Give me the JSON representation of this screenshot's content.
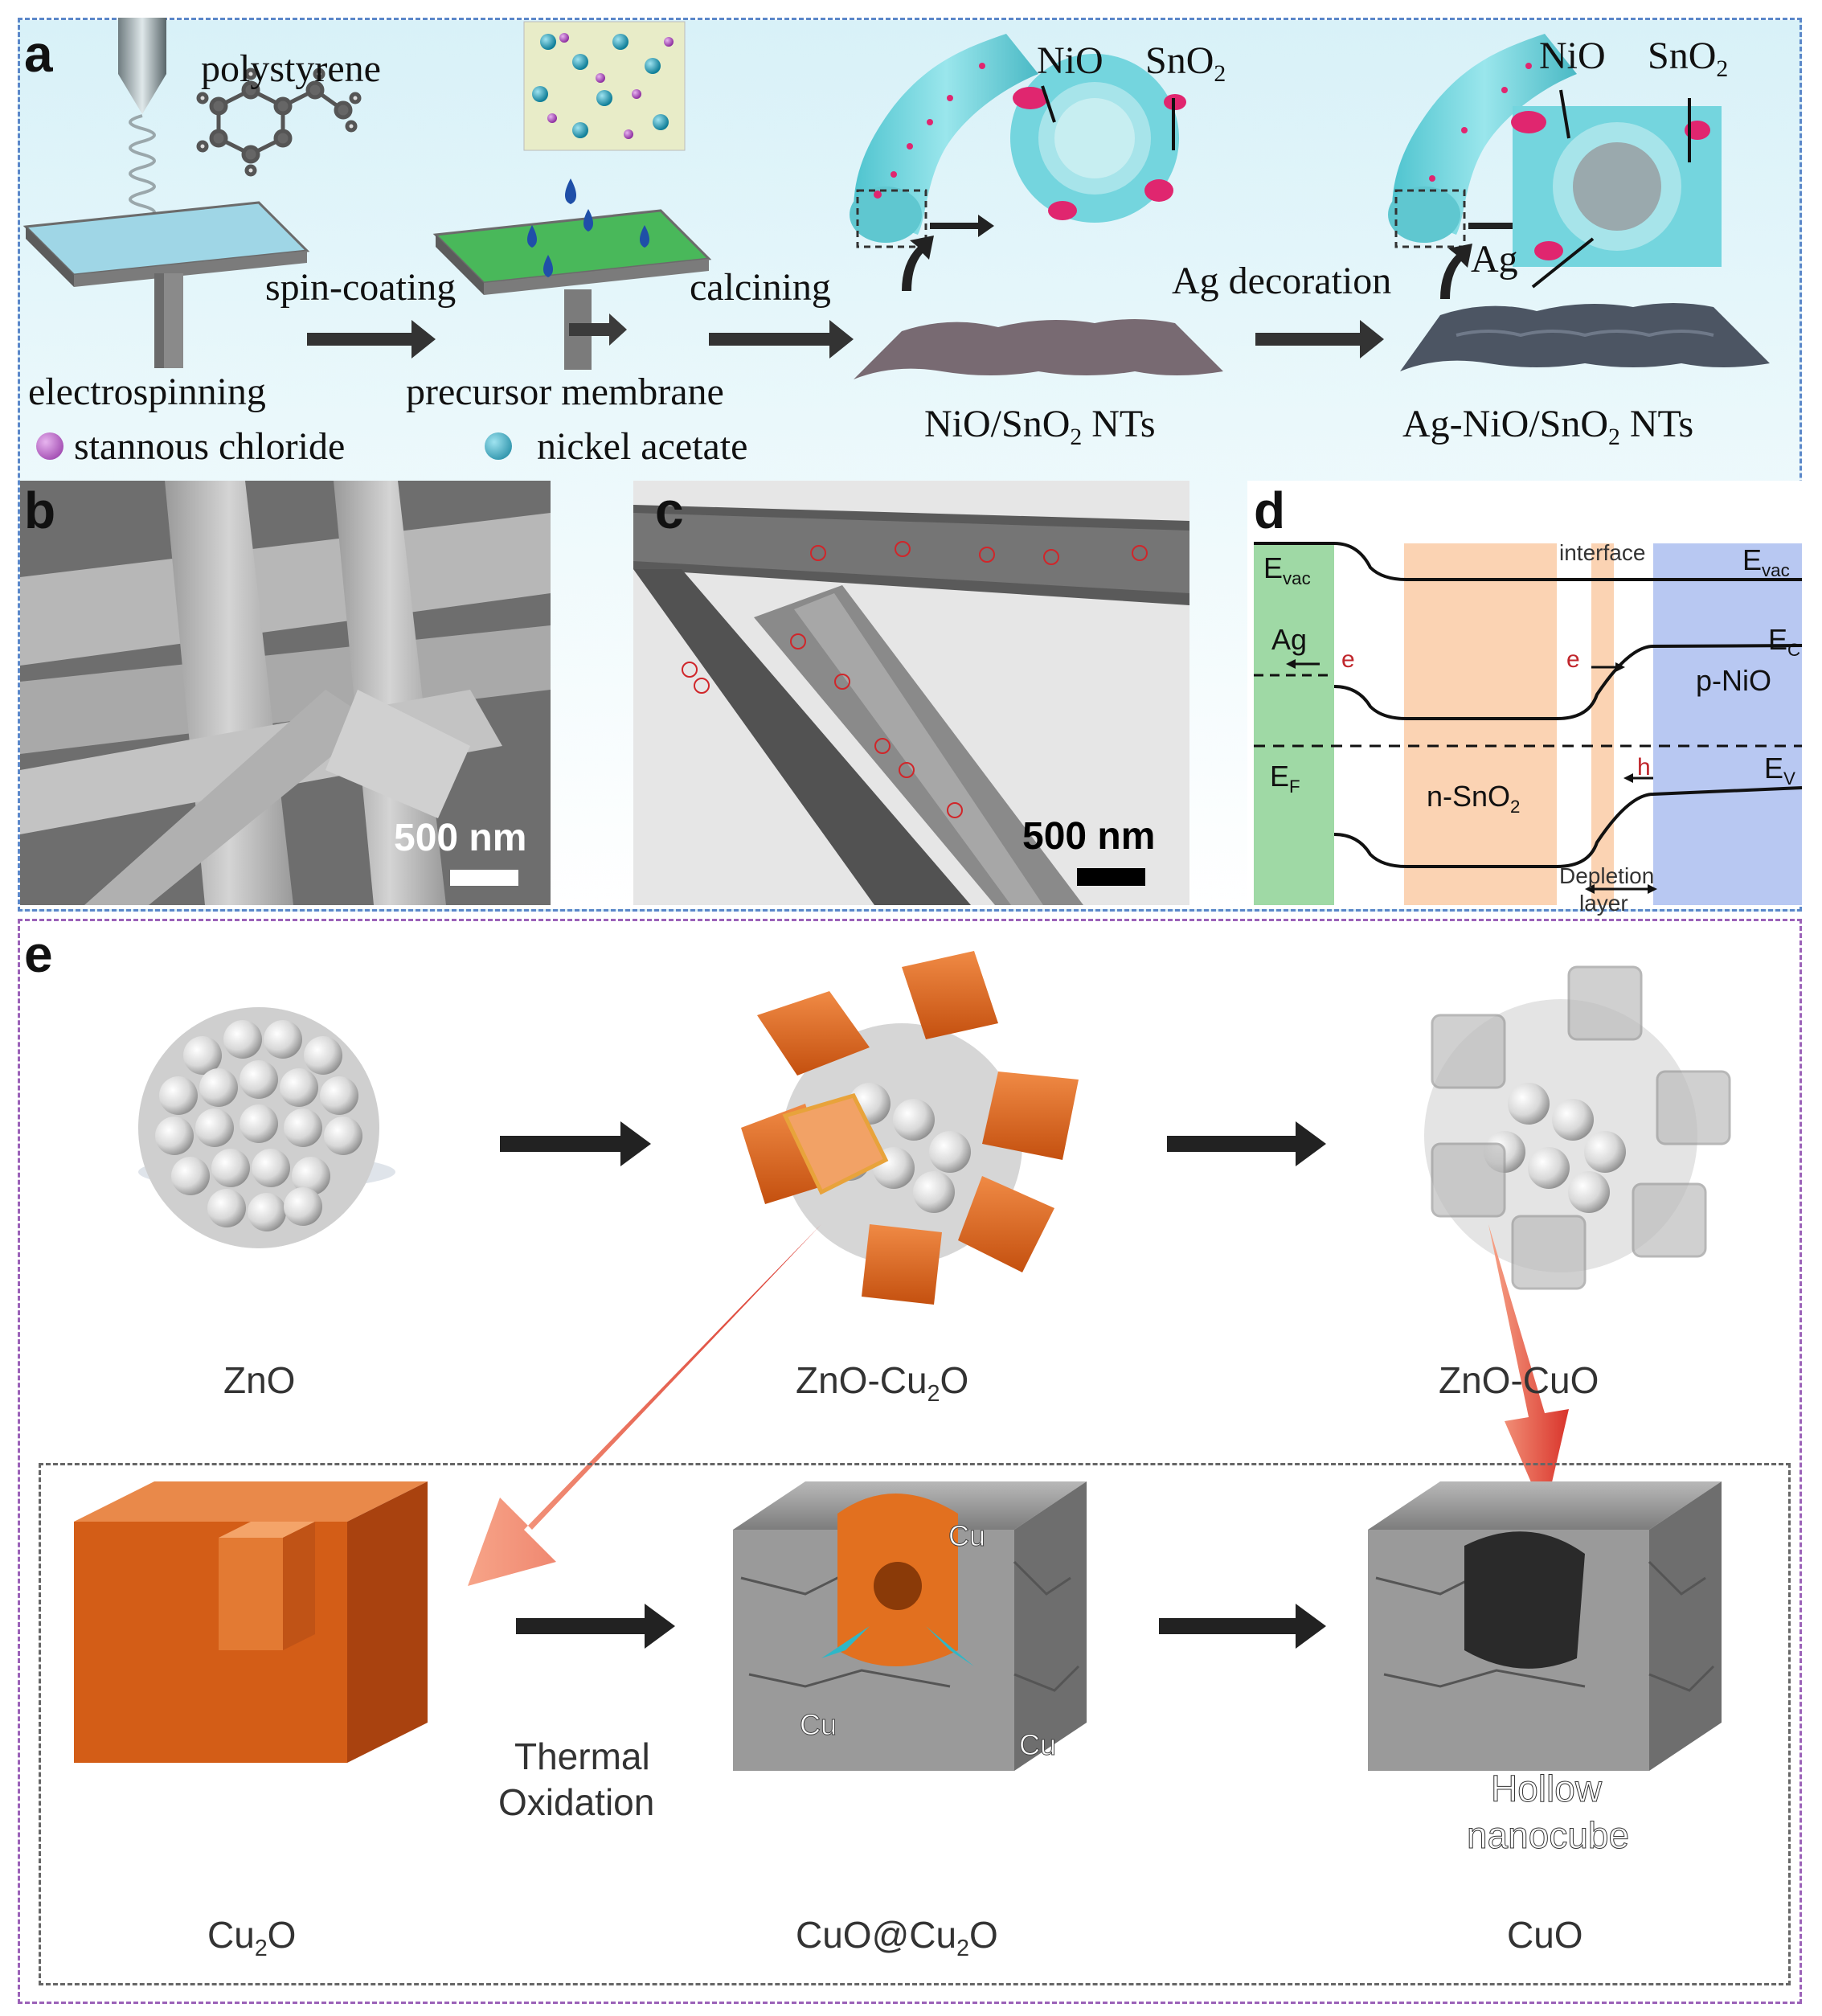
{
  "panels": {
    "a": {
      "letter": "a",
      "polymer": "polystyrene",
      "step_spin": "spin-coating",
      "step_calcine": "calcining",
      "step_ag": "Ag decoration",
      "label_electrospinning": "electrospinning",
      "label_precursor": "precursor membrane",
      "label_nio_sno2_nts": {
        "pre": "NiO/SnO",
        "sub": "2",
        "post": " NTs"
      },
      "label_ag_nio_sno2_nts": {
        "pre": "Ag-NiO/SnO",
        "sub": "2",
        "post": " NTs"
      },
      "legend_stannous": "stannous chloride",
      "legend_nickel": "nickel acetate",
      "callout_nio_1": "NiO",
      "callout_sno2_1": {
        "pre": "SnO",
        "sub": "2"
      },
      "callout_nio_2": "NiO",
      "callout_sno2_2": {
        "pre": "SnO",
        "sub": "2"
      },
      "callout_ag": "Ag",
      "colors": {
        "stannous": "#b04ac0",
        "nickel": "#1a93b0",
        "tube": "#6fd3da",
        "nio": "#e0266f"
      }
    },
    "b": {
      "letter": "b",
      "scale": "500 nm"
    },
    "c": {
      "letter": "c",
      "scale": "500 nm"
    },
    "d": {
      "letter": "d",
      "interface": "interface",
      "evac_left": {
        "pre": "E",
        "sub": "vac"
      },
      "evac_right": {
        "pre": "E",
        "sub": "vac"
      },
      "ag": "Ag",
      "ef": {
        "pre": "E",
        "sub": "F"
      },
      "ec": {
        "pre": "E",
        "sub": "C"
      },
      "ev": {
        "pre": "E",
        "sub": "V"
      },
      "p_nio": "p-NiO",
      "n_sno2": {
        "pre": "n-SnO",
        "sub": "2"
      },
      "depletion_1": "Depletion",
      "depletion_2": "layer",
      "electron_symbol": "e",
      "hole_symbol": "h"
    },
    "e": {
      "letter": "e",
      "zno": "ZnO",
      "zno_cu2o": {
        "pre": "ZnO-Cu",
        "sub": "2",
        "post": "O"
      },
      "zno_cuo": "ZnO-CuO",
      "cu2o": {
        "pre": "Cu",
        "sub": "2",
        "post": "O"
      },
      "cuo_cu2o": {
        "pre": "CuO@Cu",
        "sub": "2",
        "post": "O"
      },
      "cuo": "CuO",
      "thermal_1": "Thermal",
      "thermal_2": "Oxidation",
      "hollow_1": "Hollow",
      "hollow_2": "nanocube",
      "cu_plus": "Cu"
    }
  }
}
